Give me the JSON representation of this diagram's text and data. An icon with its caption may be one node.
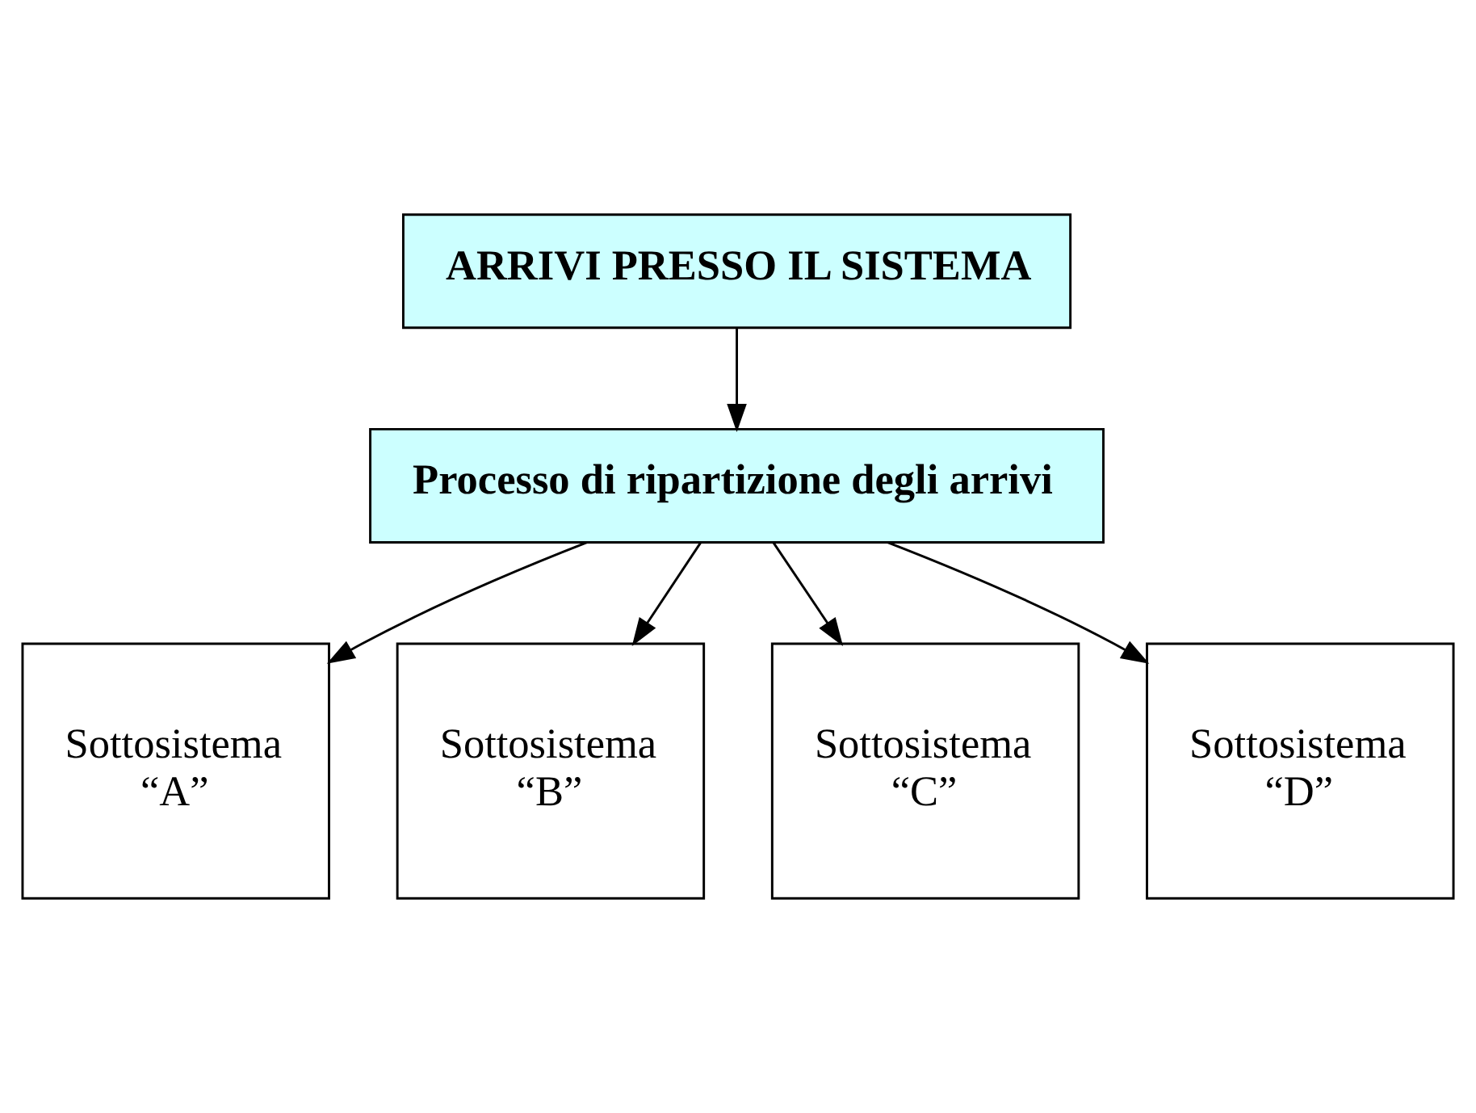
{
  "diagram": {
    "nodes": [
      {
        "text": [
          "ARRIVI PRESSO IL SISTEMA"
        ]
      },
      {
        "text": [
          "Processo di ripartizione degli arrivi"
        ]
      },
      {
        "text": [
          "Sottosistema “A”"
        ]
      },
      {
        "text": [
          "Sottosistema “B”"
        ]
      },
      {
        "text": [
          "Sottosistema “C”"
        ]
      },
      {
        "text": [
          "Sottosistema “D”"
        ]
      }
    ],
    "edges": [
      {
        "from": 0,
        "to": 1,
        "arrow": "to"
      },
      {
        "from": 1,
        "to": 2,
        "arrow": "to"
      },
      {
        "from": 1,
        "to": 3,
        "arrow": "to"
      },
      {
        "from": 1,
        "to": 4,
        "arrow": "to"
      },
      {
        "from": 1,
        "to": 5,
        "arrow": "to"
      }
    ]
  }
}
